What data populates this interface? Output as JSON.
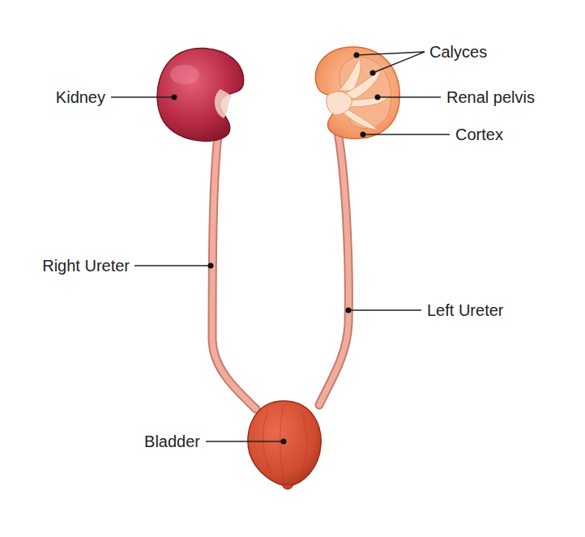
{
  "diagram": {
    "labels": [
      "Kidney",
      "Calyces",
      "Renal pelvis",
      "Cortex",
      "Right Ureter",
      "Left Ureter",
      "Bladder"
    ]
  }
}
